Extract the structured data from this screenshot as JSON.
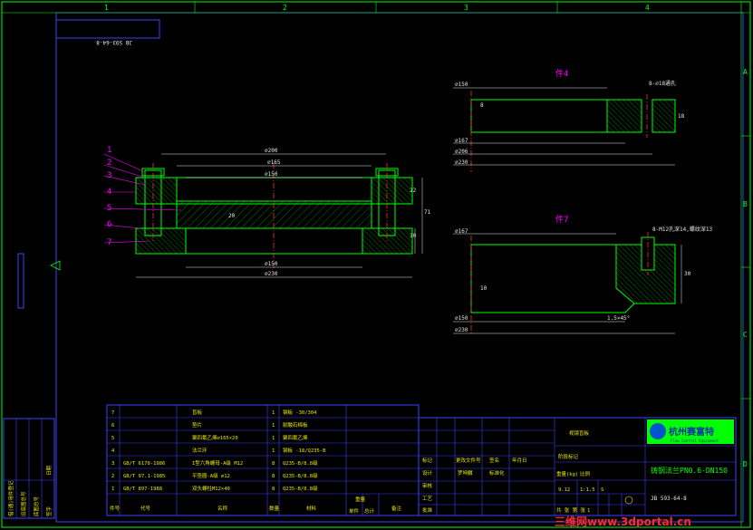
{
  "drawing_code": "JB 593-64-8",
  "drawing_code_mirrored": "JB 593-64-8",
  "grid_numbers": [
    "1",
    "2",
    "3",
    "4"
  ],
  "grid_letters": [
    "A",
    "B",
    "C",
    "D"
  ],
  "section_a_title": "件4",
  "section_b_title": "件7",
  "main_view": {
    "balloons": [
      "1",
      "2",
      "3",
      "4",
      "5",
      "6",
      "7"
    ],
    "dim_top": [
      "⌀200",
      "⌀165",
      "⌀150"
    ],
    "dim_bottom": [
      "⌀150",
      "⌀230"
    ],
    "dim_thickness": "20",
    "dim_right": [
      "30",
      "22",
      "71"
    ]
  },
  "section_a": {
    "dims_left": [
      "⌀150",
      "⌀167",
      "⌀206",
      "⌀230"
    ],
    "hole_note": "8-⌀18通孔",
    "inner_dims": [
      "8",
      "18"
    ]
  },
  "section_b": {
    "dims_left": [
      "⌀167",
      "⌀150",
      "⌀230"
    ],
    "hole_note": "8-M12孔深14,螺纹深13",
    "height": "30",
    "inner": "10",
    "chamfer": "1.5×45°"
  },
  "parts": [
    {
      "no": "7",
      "std": "",
      "name": "盲板",
      "qty": "1",
      "mat": "钢板 -30/304"
    },
    {
      "no": "6",
      "std": "",
      "name": "垫片",
      "qty": "1",
      "mat": "耐酸石棉板"
    },
    {
      "no": "5",
      "std": "",
      "name": "聚四氟乙烯⌀165×20",
      "qty": "1",
      "mat": "聚四氟乙烯"
    },
    {
      "no": "4",
      "std": "",
      "name": "法兰环",
      "qty": "1",
      "mat": "钢板 -18/Q235-B"
    },
    {
      "no": "3",
      "std": "GB/T 6170-1986",
      "name": "I型六角螺母-A级 M12",
      "qty": "8",
      "mat": "Q235-B/8.8级"
    },
    {
      "no": "2",
      "std": "GB/T 97.1-1985",
      "name": "平垫圈-A级 ⌀12",
      "qty": "8",
      "mat": "Q235-B/8.8级"
    },
    {
      "no": "1",
      "std": "GB/T 897-1988",
      "name": "双头螺柱M12×40",
      "qty": "8",
      "mat": "Q235-B/8.8级"
    }
  ],
  "parts_header": [
    "件号",
    "代号",
    "名称",
    "数量",
    "材料",
    "单件",
    "总计",
    "备注"
  ],
  "parts_header_sub": "重量",
  "title_block": {
    "design_label": "设计",
    "designer": "罗坤麟",
    "rows": [
      "标记",
      "审核",
      "工艺",
      "批准"
    ],
    "labels": [
      "更改文件号",
      "签名",
      "年月日",
      "标准化"
    ],
    "stage_label": "阶段标记",
    "weight_label": "重量(kg)",
    "scale_label": "比例",
    "weight": "9.12",
    "scale": "1:1.5",
    "material_code": "S",
    "sheet_label": "共 张 第 张",
    "sheet_no": "1",
    "code": "JB 593-64-8",
    "product": "视镜盲板",
    "company": "杭州赛富特",
    "company_sub": "Flow Control Equipment",
    "note": "铸钢法兰PN0.6-DN150"
  },
  "left_strip": [
    "借(通)用件登记",
    "旧底图总号",
    "底图总号",
    "签字",
    "日期"
  ],
  "watermark": "三维网www.3dportal.cn"
}
